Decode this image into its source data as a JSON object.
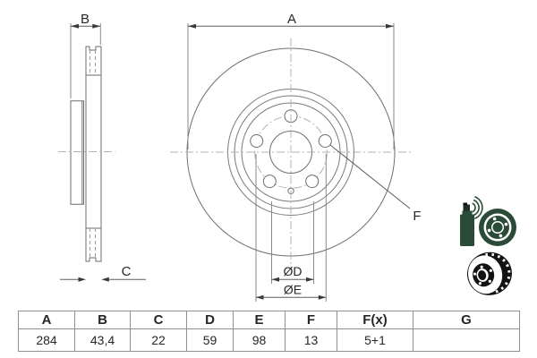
{
  "drawing": {
    "labels": {
      "a": "A",
      "b": "B",
      "c": "C",
      "f": "F",
      "d": "ØD",
      "e": "ØE"
    }
  },
  "table": {
    "headers": [
      "A",
      "B",
      "C",
      "D",
      "E",
      "F",
      "F(x)",
      "G"
    ],
    "rows": [
      [
        "284",
        "43,4",
        "22",
        "59",
        "98",
        "13",
        "5+1",
        ""
      ]
    ]
  },
  "icons": {
    "top": "spray-can-coated-brake-disc-icon",
    "bottom": "vented-brake-disc-icon"
  },
  "colors": {
    "icon_green": "#2a4b38",
    "icon_dark": "#121212",
    "line": "#6e6e6e",
    "centerline": "#b3b3b3",
    "label": "#262626",
    "table_border": "#8f8f8f"
  }
}
